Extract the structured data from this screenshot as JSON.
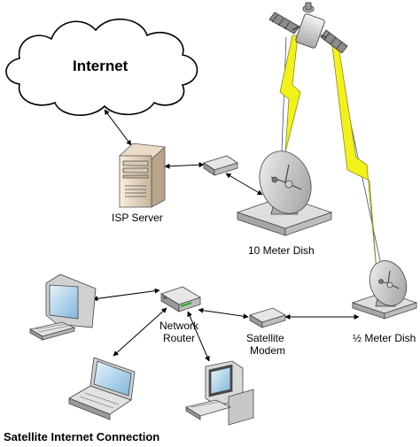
{
  "cloud": {
    "label": "Internet"
  },
  "nodes": {
    "isp_server": {
      "label": "ISP Server"
    },
    "dish_large": {
      "label": "10 Meter Dish"
    },
    "network_router": {
      "line1": "Network",
      "line2": "Router"
    },
    "satellite_modem": {
      "line1": "Satellite",
      "line2": "Modem"
    },
    "dish_small": {
      "label": "½ Meter Dish"
    }
  },
  "caption": "Satellite Internet Connection",
  "colors": {
    "link": "#000000",
    "beam": "#f2f21a",
    "beam_outline": "#8a8a20",
    "dish": "#d9d9d9"
  }
}
